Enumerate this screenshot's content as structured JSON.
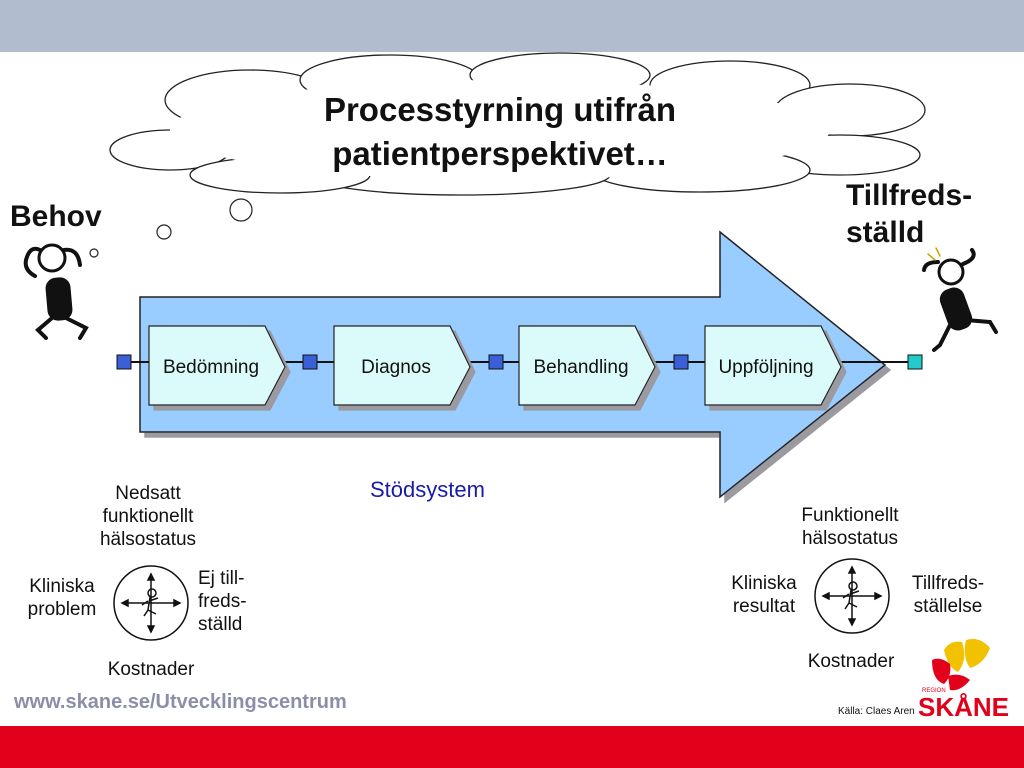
{
  "title": "Processtyrning utifrån patientperspektivet…",
  "behov": "Behov",
  "tillfreds": "Tillfreds-\nställd",
  "steps": [
    "Bedömning",
    "Diagnos",
    "Behandling",
    "Uppföljning"
  ],
  "stodsystem": "Stödsystem",
  "left_compass": {
    "top": "Nedsatt\nfunktionellt\nhälsostatus",
    "left": "Kliniska\nproblem",
    "right": "Ej till-\nfreds-\nställd",
    "bottom": "Kostnader"
  },
  "right_compass": {
    "top": "Funktionellt\nhälsostatus",
    "left": "Kliniska\nresultat",
    "right": "Tillfreds-\nställelse",
    "bottom": "Kostnader"
  },
  "url": "www.skane.se/Utvecklingscentrum",
  "source": "Källa: Claes Aren",
  "logo": {
    "small": "REGION",
    "big": "SKÅNE"
  },
  "colors": {
    "arrow": "#99ccff",
    "box": "#dbfbfb",
    "top_band": "#b2bccf",
    "bottom_band": "#e2001a",
    "connector": "#3b5fd6",
    "end_connector": "#22cccc"
  }
}
